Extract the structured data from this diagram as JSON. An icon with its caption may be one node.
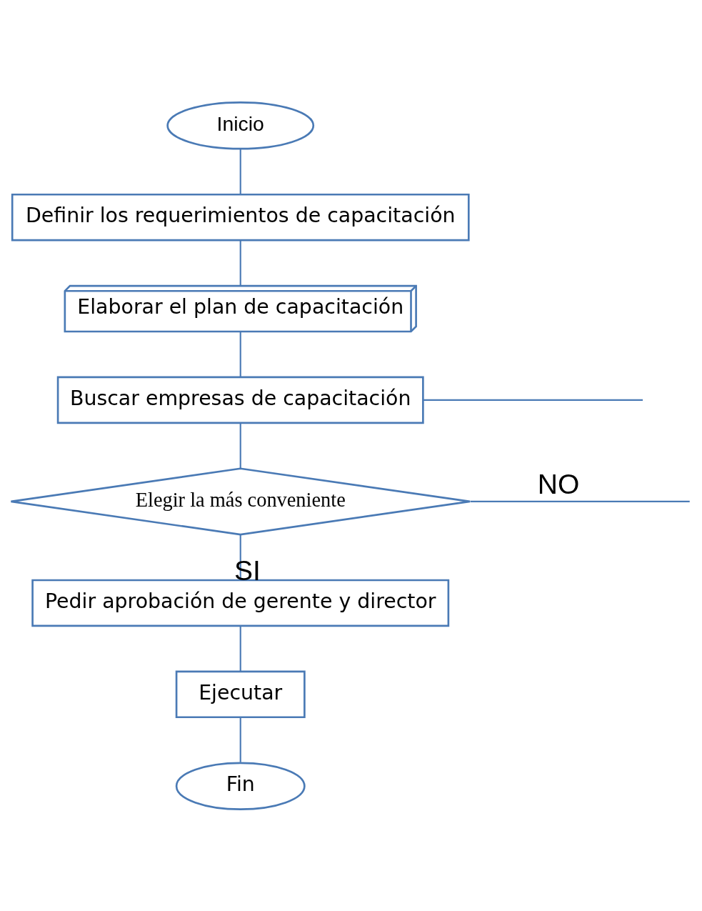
{
  "diagram": {
    "nodes": [
      {
        "text": [
          "Inicio"
        ]
      },
      {
        "text": [
          "Definir los requerimientos de capacitación"
        ]
      },
      {
        "text": [
          "Elaborar el plan de capacitación"
        ]
      },
      {
        "text": [
          "Buscar empresas de capacitación"
        ]
      },
      {
        "text": [
          "Elegir la más conveniente"
        ]
      },
      {
        "text": [
          "Pedir aprobación de gerente y director"
        ]
      },
      {
        "text": [
          "Ejecutar"
        ]
      },
      {
        "text": [
          "Fin"
        ]
      }
    ],
    "edges": [
      {
        "from": 0,
        "to": 1,
        "arrow": "none"
      },
      {
        "from": 1,
        "to": 2,
        "arrow": "none"
      },
      {
        "from": 2,
        "to": 3,
        "arrow": "none"
      },
      {
        "from": 3,
        "to": null,
        "arrow": "none"
      },
      {
        "from": 3,
        "to": 4,
        "arrow": "none"
      },
      {
        "from": 4,
        "to": null,
        "arrow": "none",
        "label": "NO"
      },
      {
        "from": 4,
        "to": 5,
        "arrow": "none",
        "label": "SI"
      },
      {
        "from": 5,
        "to": 6,
        "arrow": "none"
      },
      {
        "from": 6,
        "to": 7,
        "arrow": "none"
      }
    ]
  }
}
